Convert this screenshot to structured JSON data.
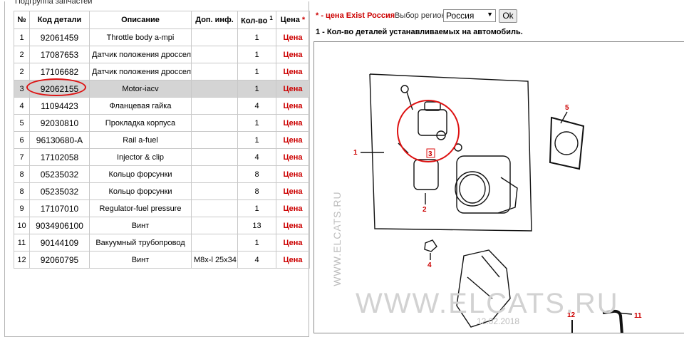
{
  "group": {
    "title": "Подгруппа запчастей"
  },
  "table": {
    "headers": {
      "num": "№",
      "code": "Код детали",
      "desc": "Описание",
      "extra": "Доп. инф.",
      "qty": "Кол-во",
      "qty_sup": "1",
      "price": "Цена",
      "price_star": "*"
    },
    "rows": [
      {
        "num": "1",
        "code": "92061459",
        "desc": "Throttle body a-mpi",
        "extra": "",
        "qty": "1",
        "price": "Цена"
      },
      {
        "num": "2",
        "code": "17087653",
        "desc": "Датчик положения дросселя",
        "extra": "",
        "qty": "1",
        "price": "Цена"
      },
      {
        "num": "2",
        "code": "17106682",
        "desc": "Датчик положения дросселя",
        "extra": "",
        "qty": "1",
        "price": "Цена"
      },
      {
        "num": "3",
        "code": "92062155",
        "desc": "Motor-iacv",
        "extra": "",
        "qty": "1",
        "price": "Цена"
      },
      {
        "num": "4",
        "code": "11094423",
        "desc": "Фланцевая гайка",
        "extra": "",
        "qty": "4",
        "price": "Цена"
      },
      {
        "num": "5",
        "code": "92030810",
        "desc": "Прокладка корпуса",
        "extra": "",
        "qty": "1",
        "price": "Цена"
      },
      {
        "num": "6",
        "code": "96130680-A",
        "desc": "Rail a-fuel",
        "extra": "",
        "qty": "1",
        "price": "Цена"
      },
      {
        "num": "7",
        "code": "17102058",
        "desc": "Injector & clip",
        "extra": "",
        "qty": "4",
        "price": "Цена"
      },
      {
        "num": "8",
        "code": "05235032",
        "desc": "Кольцо форсунки",
        "extra": "",
        "qty": "8",
        "price": "Цена"
      },
      {
        "num": "8",
        "code": "05235032",
        "desc": "Кольцо форсунки",
        "extra": "",
        "qty": "8",
        "price": "Цена"
      },
      {
        "num": "9",
        "code": "17107010",
        "desc": "Regulator-fuel pressure",
        "extra": "",
        "qty": "1",
        "price": "Цена"
      },
      {
        "num": "10",
        "code": "9034906100",
        "desc": "Винт",
        "extra": "",
        "qty": "13",
        "price": "Цена"
      },
      {
        "num": "11",
        "code": "90144109",
        "desc": "Вакуумный трубопровод",
        "extra": "",
        "qty": "1",
        "price": "Цена"
      },
      {
        "num": "12",
        "code": "92060795",
        "desc": "Винт",
        "extra": "M8x-l 25x34",
        "qty": "4",
        "price": "Цена"
      }
    ],
    "selected_row_index": 3
  },
  "legend": {
    "price_note_star": "*",
    "price_note": " - цена Exist Россия",
    "region_label": "Выбор региона",
    "region_value": "Россия",
    "ok_label": "Ok",
    "qty_note_num": "1",
    "qty_note": " - Кол-во деталей устанавливаемых на автомобиль."
  },
  "diagram": {
    "callouts": [
      "1",
      "2",
      "3",
      "4",
      "5",
      "11",
      "12"
    ],
    "watermark_side": "WWW.ELCATS.RU",
    "watermark_main": "WWW.ELCATS.RU",
    "watermark_date": "12.02.2018"
  },
  "colors": {
    "price_red": "#cc0000",
    "highlight_red": "#dd1111",
    "selected_row": "#d4d4d4"
  }
}
